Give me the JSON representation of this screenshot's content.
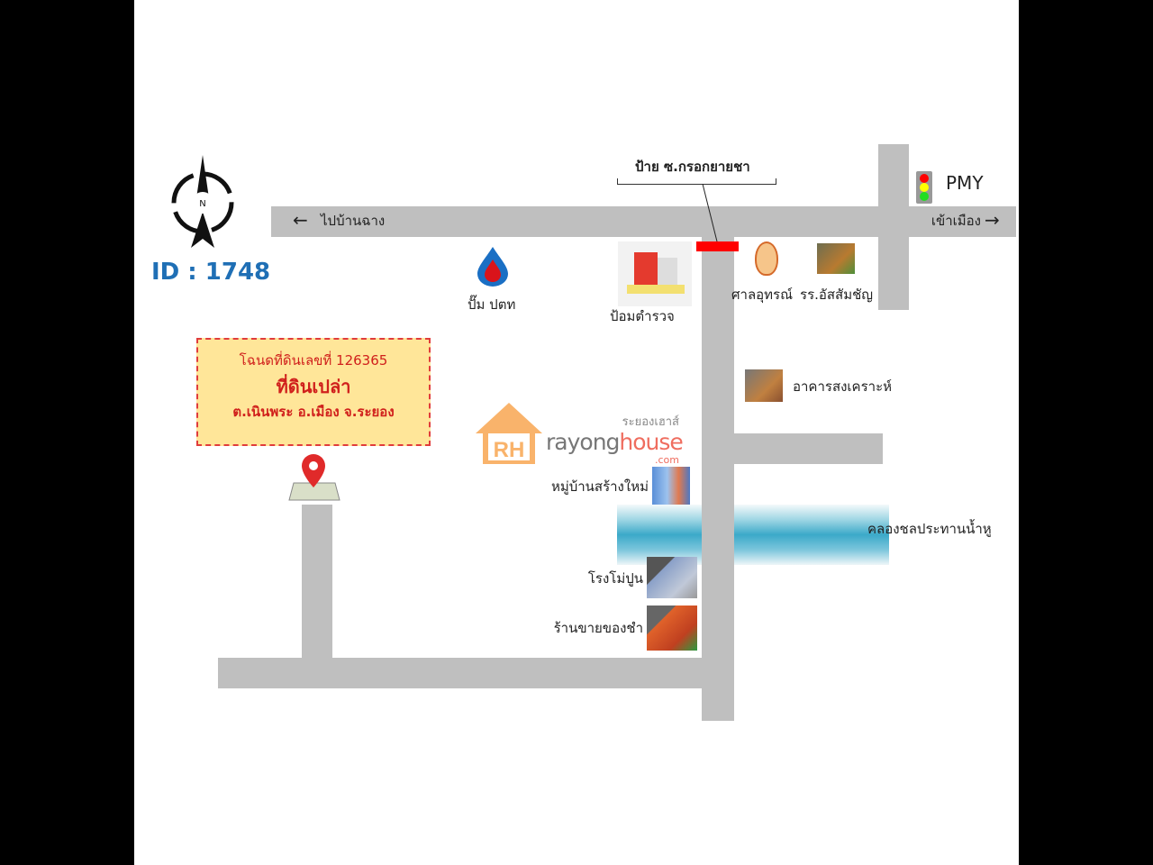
{
  "id_label": "ID : 1748",
  "compass": {
    "north_letter": "N"
  },
  "roads": {
    "west_label": "ไปบ้านฉาง",
    "east_label": "เข้าเมือง",
    "west_arrow": "←",
    "east_arrow": "→"
  },
  "sign_label": "ป้าย ซ.กรอกยายชา",
  "traffic_light_label": "PMY",
  "land": {
    "deed": "โฉนดที่ดินเลขที่ 126365",
    "type": "ที่ดินเปล่า",
    "location": "ต.เนินพระ อ.เมือง จ.ระยอง"
  },
  "landmarks": {
    "ptt": "ปั๊ม ปตท",
    "police": "ป้อมตำรวจ",
    "shrine": "ศาลอุทรณ์",
    "school": "รร.อัสสัมชัญ",
    "welfare": "อาคารสงเคราะห์",
    "village": "หมู่บ้านสร้างใหม่",
    "canal": "คลองชลประทานน้ำหู",
    "cement": "โรงโม่ปูน",
    "shop": "ร้านขายของชำ"
  },
  "logo": {
    "thai": "ระยองเฮาส์",
    "initials": "RH",
    "word1": "rayong",
    "word2": "house",
    "tld": ".com"
  },
  "colors": {
    "road": "#bfbfbf",
    "id": "#1f6fb5",
    "pin": "#e02a2a",
    "box": "#ffe699",
    "logo_orange": "#f9b36b"
  }
}
